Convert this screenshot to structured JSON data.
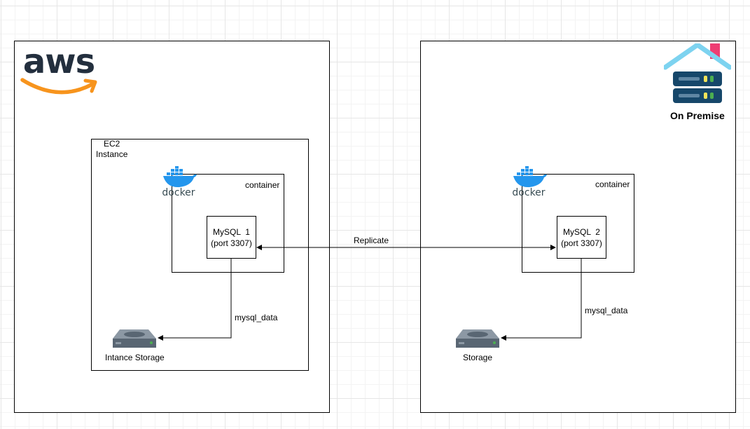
{
  "aws": {
    "logo_text": "aws",
    "ec2_label_line1": "EC2",
    "ec2_label_line2": "Instance",
    "container_label": "container",
    "docker_logo_text": "docker",
    "mysql_name": "MySQL  1",
    "mysql_port": "(port 3307)",
    "volume_label": "mysql_data",
    "storage_label": "Intance Storage"
  },
  "onprem": {
    "label": "On Premise",
    "container_label": "container",
    "docker_logo_text": "docker",
    "mysql_name": "MySQL  2",
    "mysql_port": "(port 3307)",
    "volume_label": "mysql_data",
    "storage_label": "Storage"
  },
  "replication": {
    "label": "Replicate"
  },
  "colors": {
    "aws_text": "#232f3e",
    "aws_smile": "#f7941d",
    "docker_blue": "#2496ed",
    "docker_dark": "#394d54",
    "roof_blue": "#7dd3f0",
    "server_body": "#16476a",
    "chimney_pink": "#ee3d73",
    "led_green": "#4caf50",
    "led_yellow": "#f2e35a",
    "disk_gray": "#596673"
  },
  "icons": [
    "aws-logo",
    "docker-icon",
    "on-premise-server-icon",
    "hard-disk-icon"
  ]
}
